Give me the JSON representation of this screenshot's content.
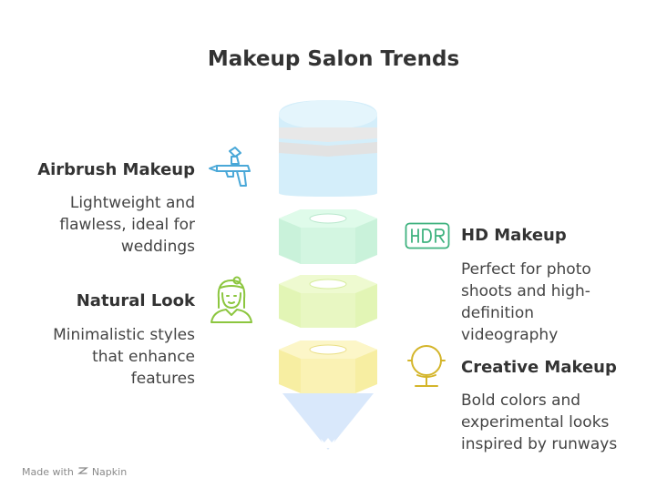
{
  "title": "Makeup Salon Trends",
  "items": {
    "airbrush": {
      "title": "Airbrush Makeup",
      "description": "Lightweight and\nflawless, ideal for\nweddings",
      "icon": "airbrush-gun-icon",
      "color": "#4aa8d8"
    },
    "hd": {
      "title": "HD Makeup",
      "description": "Perfect for photo\nshoots and high-\ndefinition\nvideography",
      "icon": "hdr-icon",
      "color": "#3fb27f"
    },
    "natural": {
      "title": "Natural Look",
      "description": "Minimalistic styles\nthat enhance\nfeatures",
      "icon": "woman-face-icon",
      "color": "#8cc63f"
    },
    "creative": {
      "title": "Creative Makeup",
      "description": "Bold colors and\nexperimental looks\ninspired by runways",
      "icon": "vanity-mirror-icon",
      "color": "#d4b52a"
    }
  },
  "colors": {
    "top_layer": "#d4eefa",
    "green_layer": "#d7f7e4",
    "lime_layer": "#e9f7c7",
    "yellow_layer": "#fbf3b8",
    "tip": "#d9e8fb"
  },
  "footer": {
    "prefix": "Made with",
    "brand": "Napkin"
  }
}
